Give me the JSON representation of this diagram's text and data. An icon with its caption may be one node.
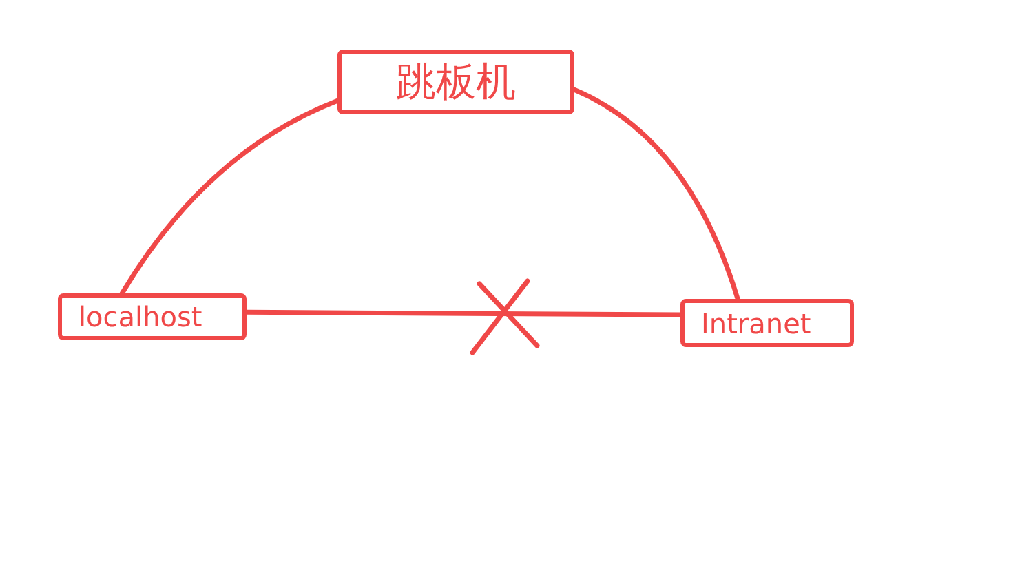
{
  "diagram": {
    "nodes": [
      {
        "text": [
          "跳板机"
        ]
      },
      {
        "text": [
          "localhost"
        ]
      },
      {
        "text": [
          "Intranet"
        ]
      }
    ],
    "edges": [
      {
        "from": 0,
        "to": 1,
        "arrow": "none"
      },
      {
        "from": 0,
        "to": 2,
        "arrow": "none"
      },
      {
        "from": 1,
        "to": 2,
        "arrow": "none"
      }
    ]
  }
}
